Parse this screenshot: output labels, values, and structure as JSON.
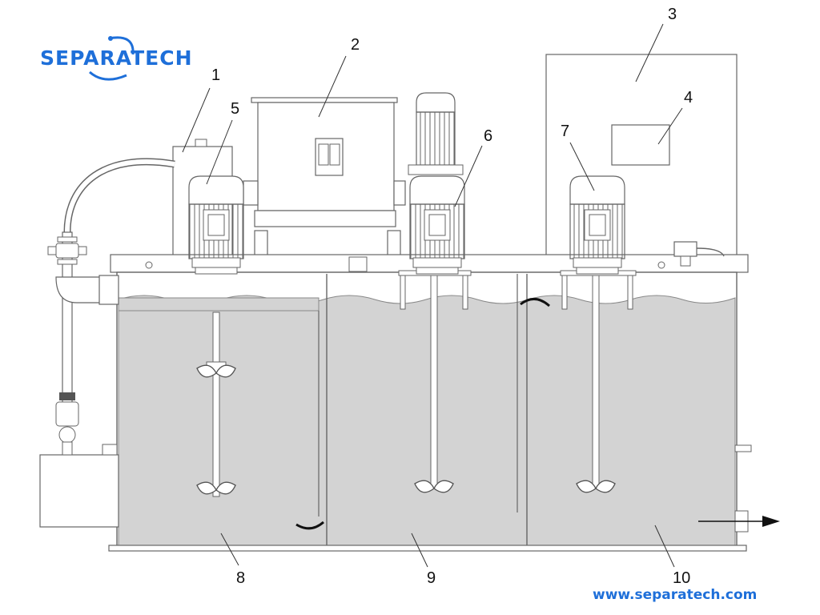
{
  "logo": {
    "text": "SEPARATECH"
  },
  "website": "www.separatech.com",
  "labels": [
    {
      "id": "1",
      "text": "1"
    },
    {
      "id": "2",
      "text": "2"
    },
    {
      "id": "3",
      "text": "3"
    },
    {
      "id": "4",
      "text": "4"
    },
    {
      "id": "5",
      "text": "5"
    },
    {
      "id": "6",
      "text": "6"
    },
    {
      "id": "7",
      "text": "7"
    },
    {
      "id": "8",
      "text": "8"
    },
    {
      "id": "9",
      "text": "9"
    },
    {
      "id": "10",
      "text": "10"
    }
  ],
  "colors": {
    "brand": "#1e6fd9",
    "liquid": "#d3d3d3",
    "line": "#555555"
  }
}
